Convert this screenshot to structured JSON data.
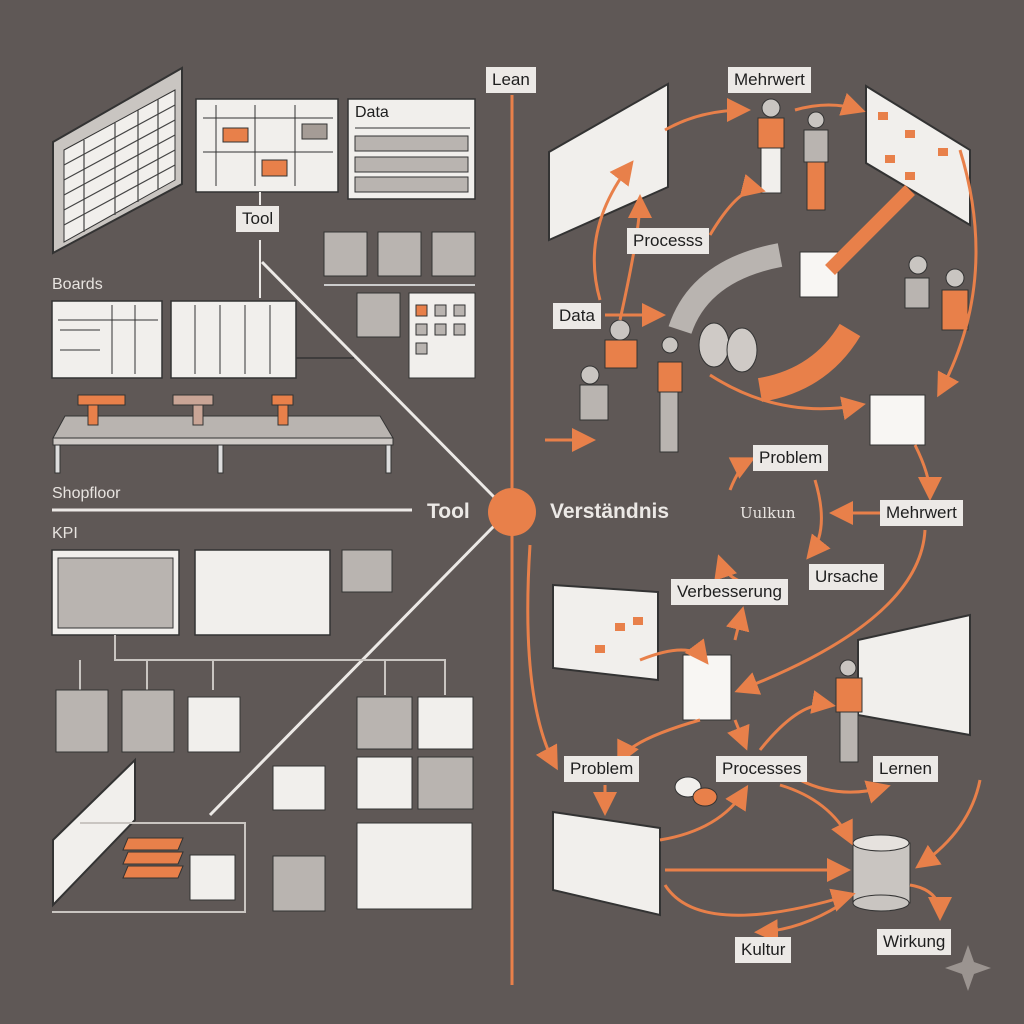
{
  "colors": {
    "background": "#5f5856",
    "accent": "#e8804a",
    "panel": "#ece9e6",
    "gray": "#b9b4b0"
  },
  "left": {
    "data_board_title": "Data",
    "tool_label": "Tool",
    "boards_label": "Boards",
    "shopfloor_label": "Shopfloor",
    "kpi_label": "KPI"
  },
  "center": {
    "lean_label": "Lean",
    "tool_heading": "Tool",
    "verstaendnis_heading": "Verständnis"
  },
  "right": {
    "mehrwert_top": "Mehrwert",
    "processs": "Processs",
    "data": "Data",
    "problem_top": "Problem",
    "cycle_center": "Uulkun",
    "mehrwert_mid": "Mehrwert",
    "ursache": "Ursache",
    "verbesserung": "Verbesserung",
    "problem_bottom": "Problem",
    "processes": "Processes",
    "lernen": "Lernen",
    "kultur": "Kultur",
    "wirkung": "Wirkung"
  }
}
